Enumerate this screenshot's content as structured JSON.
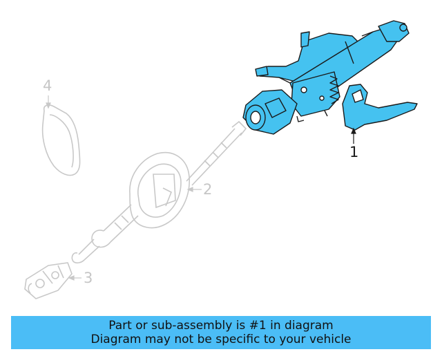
{
  "callouts": [
    {
      "id": "1",
      "label": "1",
      "state": "selected"
    },
    {
      "id": "2",
      "label": "2",
      "state": "dimmed"
    },
    {
      "id": "3",
      "label": "3",
      "state": "dimmed"
    },
    {
      "id": "4",
      "label": "4",
      "state": "dimmed"
    }
  ],
  "banner": {
    "line1": "Part or sub-assembly is #1 in diagram",
    "line2": "Diagram may not be specific to your vehicle"
  },
  "colors": {
    "highlight_fill": "#45c2f0",
    "highlight_stroke": "#1a1a1a",
    "ghost_stroke": "#c8c8c8",
    "banner_bg": "#4bbdf6"
  },
  "icons": {
    "part_1": "steering-column-assembly",
    "part_2": "column-boot-and-shaft",
    "part_3": "universal-joint",
    "part_4": "column-cover"
  }
}
